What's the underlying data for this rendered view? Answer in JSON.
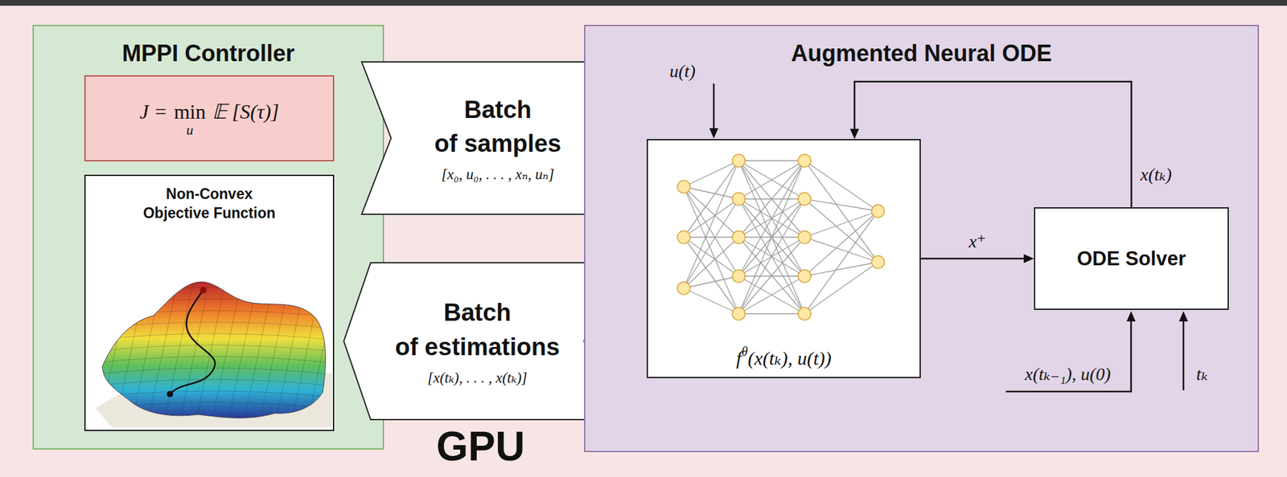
{
  "diagram": {
    "nodes": [
      {
        "text": [
          "MPPI Controller"
        ]
      },
      {
        "text": [
          "J =",
          "min",
          "u",
          "𝔼 [S(τ)]"
        ],
        "in": 0
      },
      {
        "text": [
          "Non-Convex Objective Function"
        ],
        "in": 0
      },
      {
        "text": [
          "Batch of samples",
          "[x₀, u₀, . . . , xₙ, uₙ]"
        ]
      },
      {
        "text": [
          "Batch of estimations",
          "[x(tₖ), . . . , x(tₖ)]"
        ]
      },
      {
        "text": [
          "Augmented Neural ODE"
        ]
      },
      {
        "text": [
          "f",
          "θ",
          "(x(tₖ), u(t))"
        ],
        "in": 5
      },
      {
        "text": [
          "ODE Solver"
        ],
        "in": 5
      }
    ],
    "edges": [
      {
        "from": 6,
        "to": 7,
        "arrow": "to",
        "label": "x⁺"
      },
      {
        "from": 7,
        "to": 6,
        "arrow": "to",
        "label": "x(tₖ)"
      }
    ],
    "labels": [
      "GPU",
      "u(t)",
      "x(tₖ₋₁), u(0)",
      "tₖ"
    ]
  }
}
